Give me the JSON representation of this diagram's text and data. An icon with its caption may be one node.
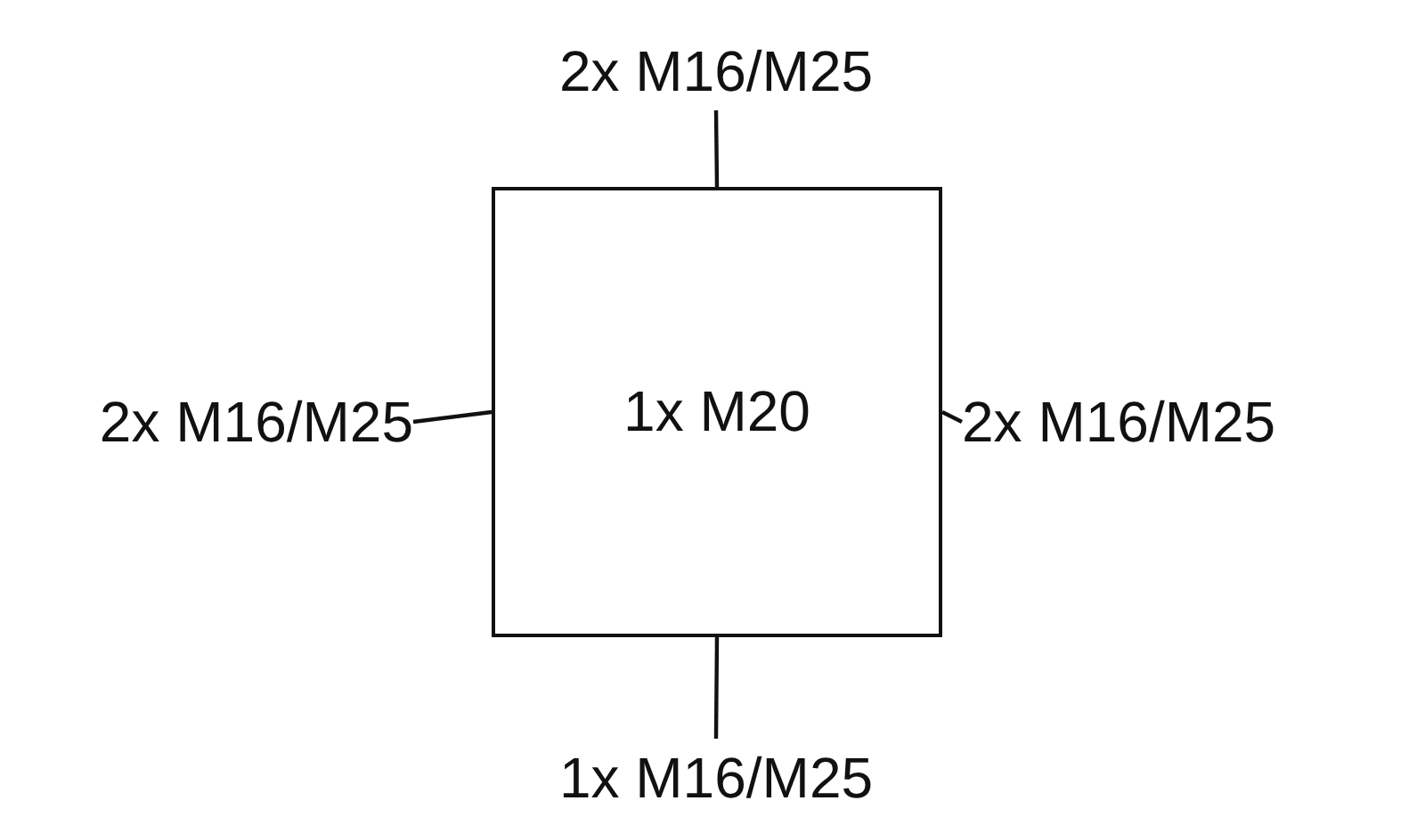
{
  "diagram": {
    "nodes": [
      {
        "text": [
          "1x M20"
        ]
      },
      {
        "text": [
          "2x M16/M25"
        ]
      },
      {
        "text": [
          "2x M16/M25"
        ]
      },
      {
        "text": [
          "2x M16/M25"
        ]
      },
      {
        "text": [
          "1x M16/M25"
        ]
      }
    ],
    "edges": [
      {
        "from": 1,
        "to": 0,
        "arrow": "none"
      },
      {
        "from": 2,
        "to": 0,
        "arrow": "none"
      },
      {
        "from": 3,
        "to": 0,
        "arrow": "none"
      },
      {
        "from": 4,
        "to": 0,
        "arrow": "none"
      }
    ]
  }
}
